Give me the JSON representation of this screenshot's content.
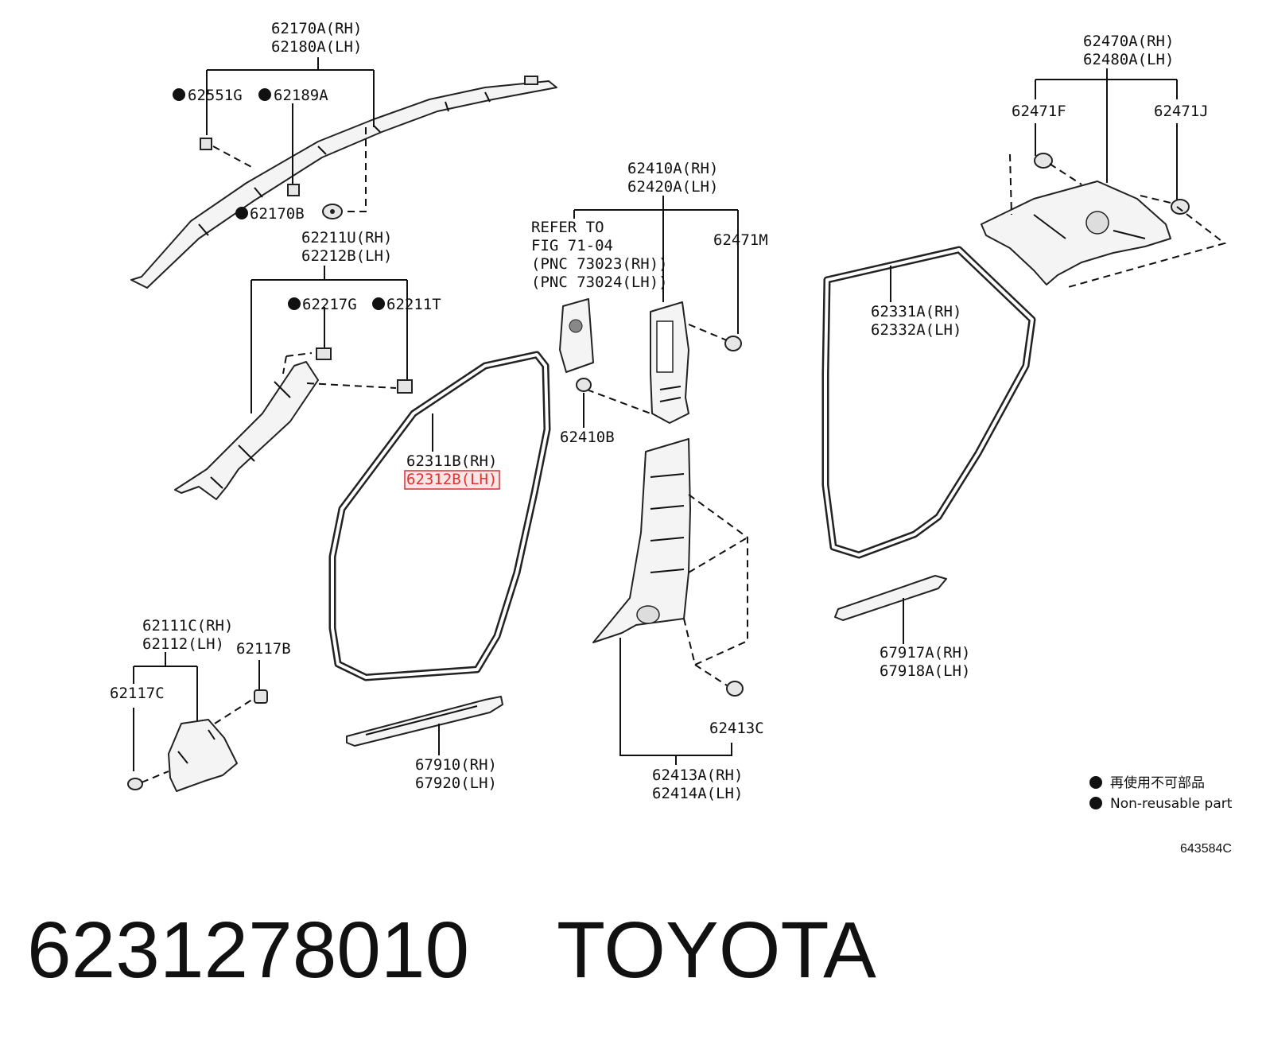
{
  "callouts": {
    "upper_pillar": [
      "62170A(RH)",
      "62180A(LH)"
    ],
    "clip_62551g": "62551G",
    "clip_62189a": "62189A",
    "clip_62170b": "62170B",
    "front_pillar": [
      "62211U(RH)",
      "62212B(LH)"
    ],
    "clip_62217g": "62217G",
    "clip_62211t": "62211T",
    "refer": [
      "REFER TO",
      "FIG 71-04",
      "(PNC 73023(RH))",
      "(PNC 73024(LH))"
    ],
    "center_pillar": [
      "62410A(RH)",
      "62420A(LH)"
    ],
    "clip_62471m": "62471M",
    "clip_62410b": "62410B",
    "front_weatherstrip_rh": "62311B(RH)",
    "front_weatherstrip_lh": "62312B(LH)",
    "rear_weatherstrip": [
      "62331A(RH)",
      "62332A(LH)"
    ],
    "roof_side": [
      "62470A(RH)",
      "62480A(LH)"
    ],
    "clip_62471f": "62471F",
    "clip_62471j": "62471J",
    "cowl_side": [
      "62111C(RH)",
      "62112(LH)"
    ],
    "clip_62117b": "62117B",
    "clip_62117c": "62117C",
    "front_scuff": [
      "67910(RH)",
      "67920(LH)"
    ],
    "lower_center": [
      "62413A(RH)",
      "62414A(LH)"
    ],
    "clip_62413c": "62413C",
    "rear_scuff": [
      "67917A(RH)",
      "67918A(LH)"
    ]
  },
  "legend": {
    "jp": "再使用不可部品",
    "en": "Non-reusable part"
  },
  "diagram_code": "643584C",
  "footer": {
    "part_number": "6231278010",
    "brand": "TOYOTA"
  },
  "colors": {
    "highlight": "#d33333",
    "line": "#111111"
  }
}
